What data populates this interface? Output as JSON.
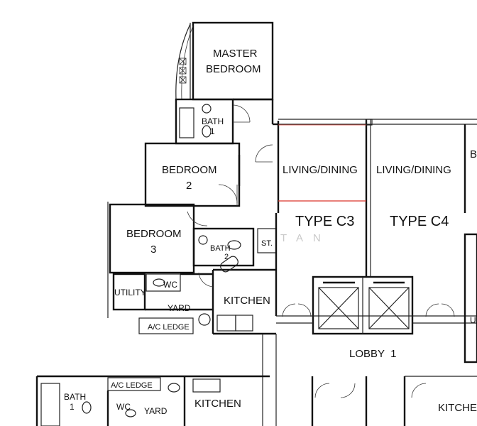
{
  "rooms": {
    "master_bedroom_line1": "MASTER",
    "master_bedroom_line2": "BEDROOM",
    "bath1_line1": "BATH",
    "bath1_line2": "1",
    "bedroom2_line1": "BEDROOM",
    "bedroom2_line2": "2",
    "bedroom3_line1": "BEDROOM",
    "bedroom3_line2": "3",
    "bath2_line1": "BATH",
    "bath2_line2": "2",
    "store": "ST.",
    "wc": "WC",
    "utility": "UTILITY",
    "yard": "YARD",
    "ac_ledge": "A/C LEDGE",
    "kitchen": "KITCHEN",
    "living_dining_c3": "LIVING/DINING",
    "living_dining_c4": "LIVING/DINING",
    "partial_right_b": "B",
    "partial_right_u": "U"
  },
  "unit_types": {
    "c3": "TYPE C3",
    "c4": "TYPE C4"
  },
  "lobby": "LOBBY  1",
  "lower_units": {
    "bath1_line1": "BATH",
    "bath1_line2": "1",
    "ac_ledge": "A/C LEDGE",
    "wc": "WC",
    "yard": "YARD",
    "kitchen_left": "KITCHEN",
    "kitchen_right": "KITCHE"
  },
  "watermark": "TAN",
  "colors": {
    "line": "#111111",
    "highlight": "#d9342b",
    "background": "#ffffff"
  }
}
